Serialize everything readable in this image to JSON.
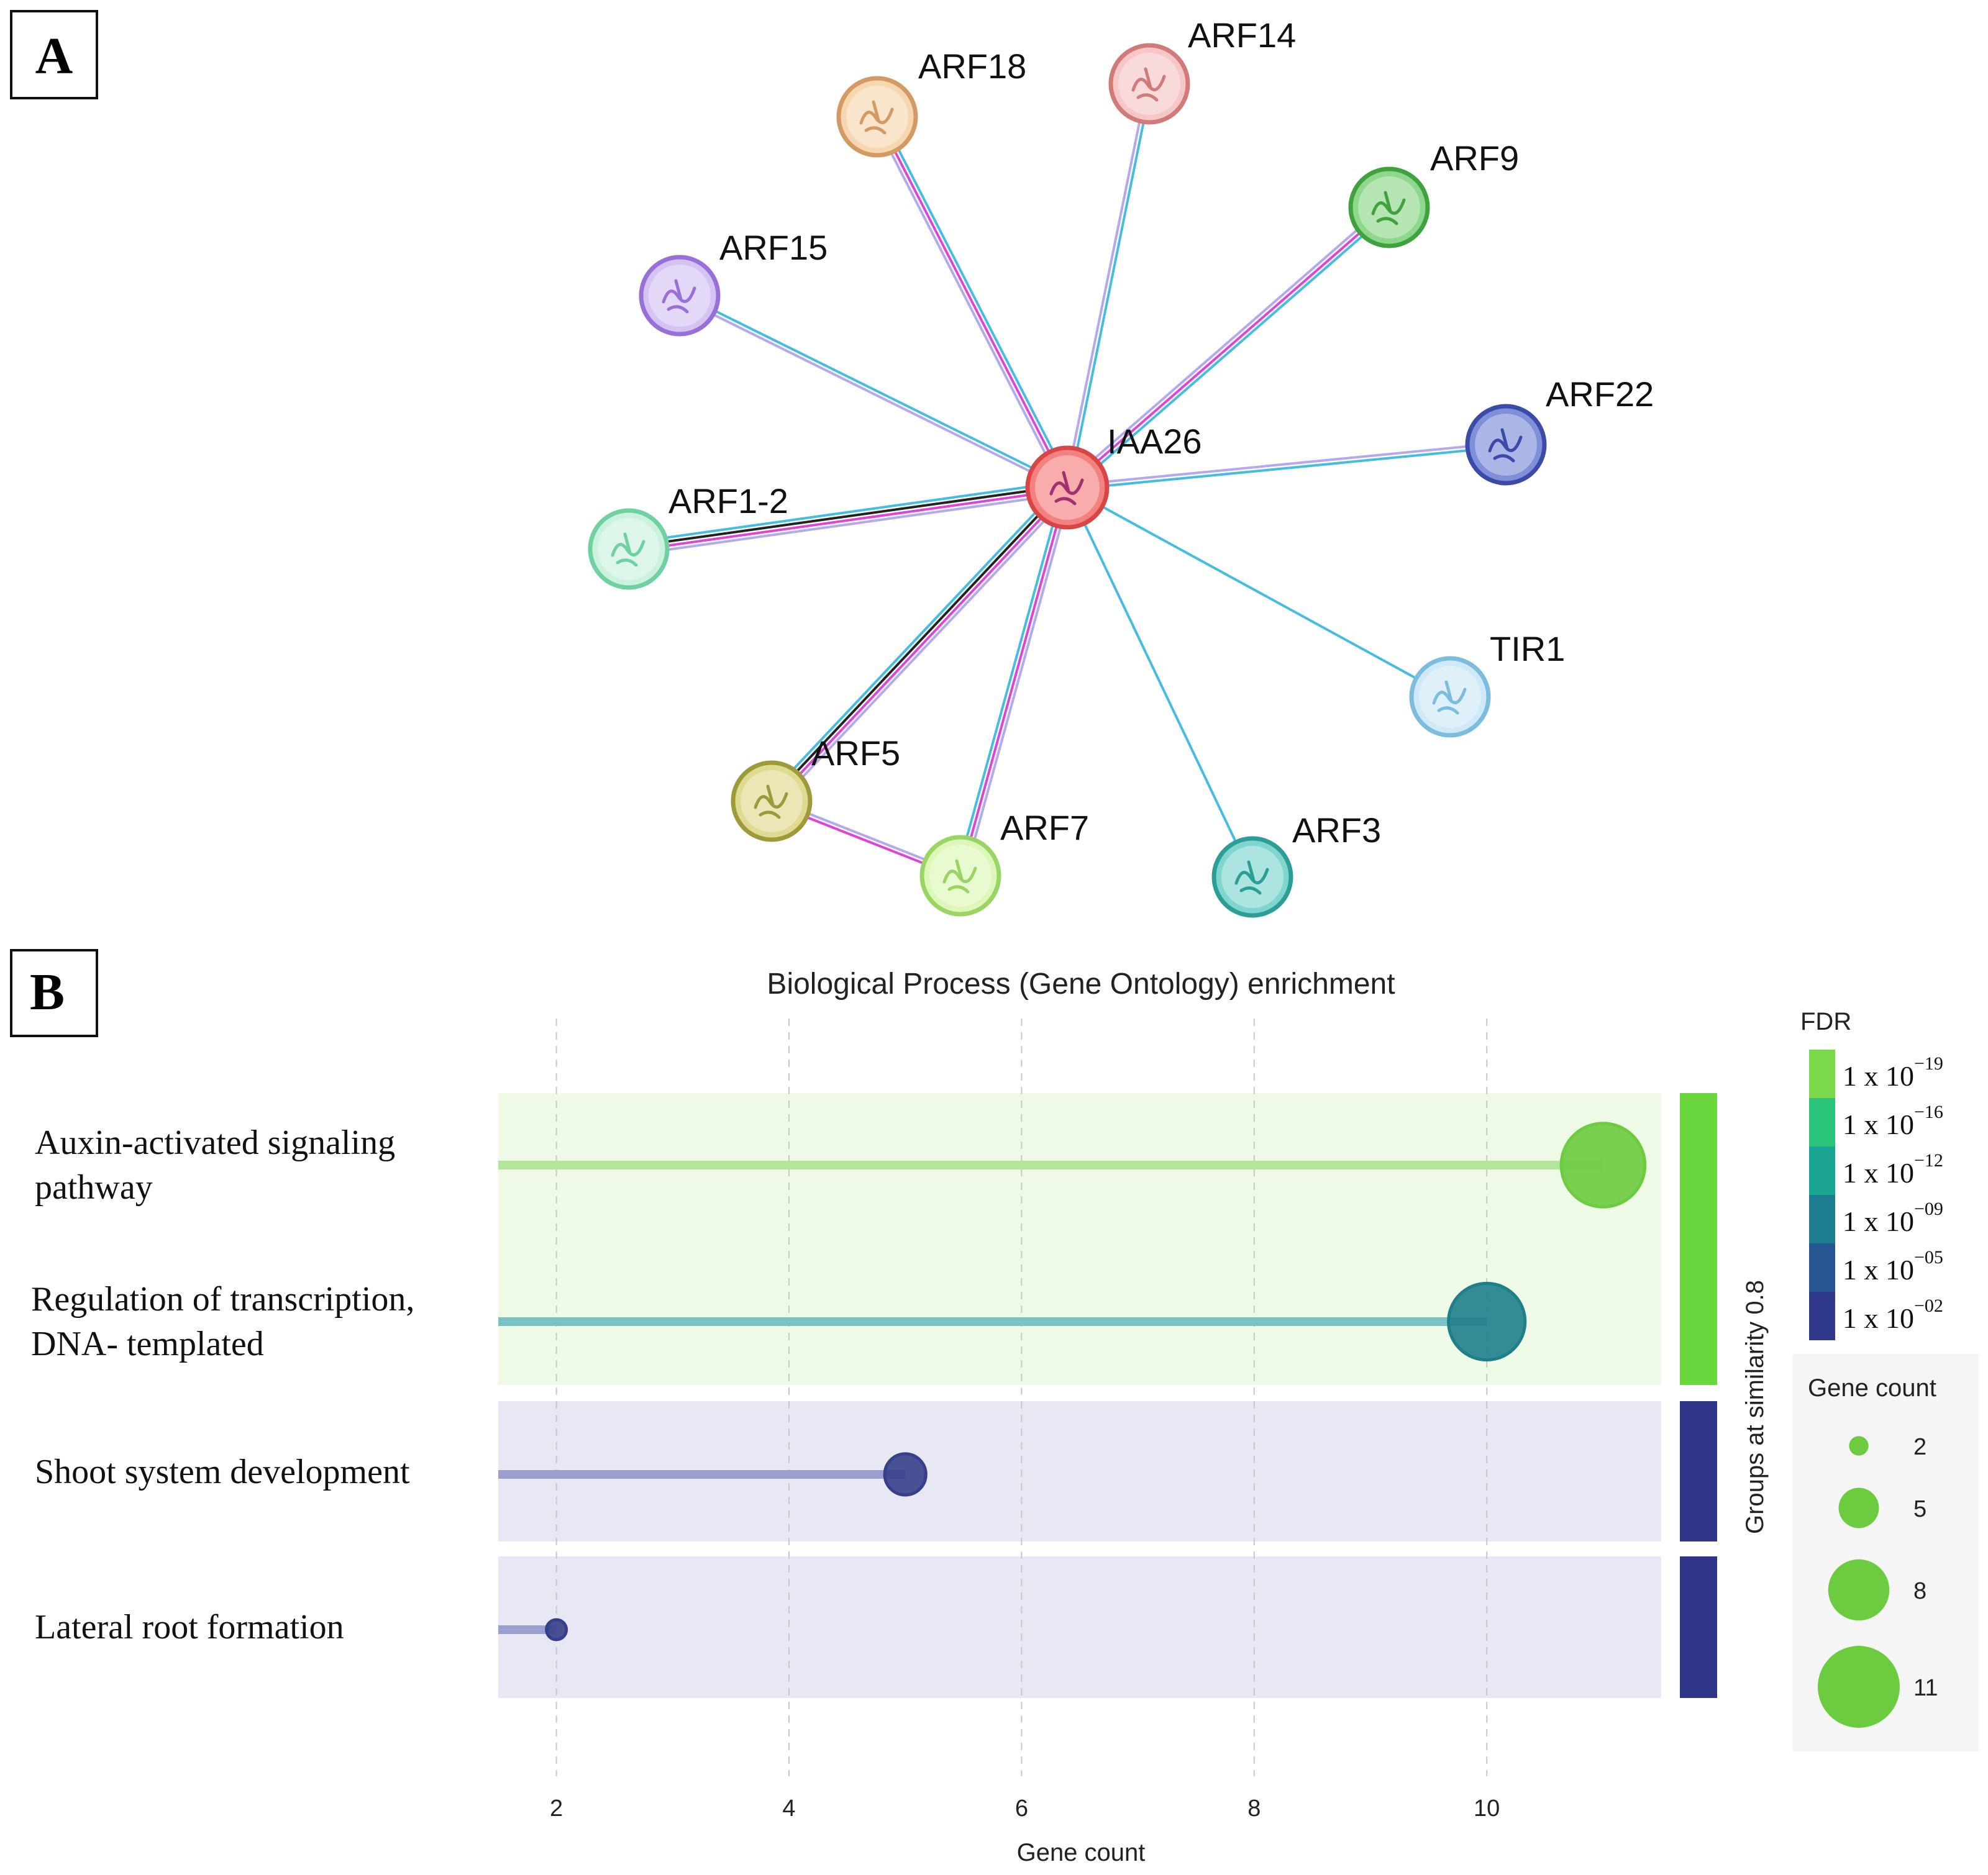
{
  "panel_a": {
    "letter": "A",
    "center": "IAA26",
    "nodes": [
      {
        "id": "ARF18",
        "label": "ARF18",
        "fill": "#f6d7b0",
        "stroke": "#d39a63",
        "edge_colors": [
          "#b4a8ee",
          "#e043d8",
          "#45bde0"
        ]
      },
      {
        "id": "ARF14",
        "label": "ARF14",
        "fill": "#f5c7c6",
        "stroke": "#d07a7a",
        "edge_colors": [
          "#b4a8ee",
          "#45bde0"
        ]
      },
      {
        "id": "ARF9",
        "label": "ARF9",
        "fill": "#8ed88b",
        "stroke": "#3fa23f",
        "edge_colors": [
          "#b4a8ee",
          "#e043d8",
          "#45bde0"
        ]
      },
      {
        "id": "ARF15",
        "label": "ARF15",
        "fill": "#d5c3f3",
        "stroke": "#9970d8",
        "edge_colors": [
          "#b4a8ee",
          "#45bde0"
        ]
      },
      {
        "id": "ARF22",
        "label": "ARF22",
        "fill": "#7f8fd9",
        "stroke": "#3d4ba8",
        "edge_colors": [
          "#b4a8ee",
          "#45bde0"
        ]
      },
      {
        "id": "ARF1-2",
        "label": "ARF1-2",
        "fill": "#cbf2de",
        "stroke": "#6fd0a0",
        "edge_colors": [
          "#b4a8ee",
          "#e043d8",
          "#222222",
          "#45bde0"
        ]
      },
      {
        "id": "TIR1",
        "label": "TIR1",
        "fill": "#cfe9f8",
        "stroke": "#7cbcdd",
        "edge_colors": [
          "#45bde0"
        ]
      },
      {
        "id": "ARF5",
        "label": "ARF5",
        "fill": "#e0d990",
        "stroke": "#9e9a3c",
        "edge_colors": [
          "#b4a8ee",
          "#e043d8",
          "#222222",
          "#45bde0"
        ]
      },
      {
        "id": "ARF7",
        "label": "ARF7",
        "fill": "#ddf7b8",
        "stroke": "#9ad463",
        "edge_colors": [
          "#b4a8ee",
          "#e043d8",
          "#45bde0"
        ]
      },
      {
        "id": "ARF3",
        "label": "ARF3",
        "fill": "#7fd6cf",
        "stroke": "#2d9e96",
        "edge_colors": [
          "#45bde0"
        ]
      }
    ],
    "center_style": {
      "fill": "#f48080",
      "stroke": "#d84545"
    },
    "extra_edge": {
      "from": "ARF5",
      "to": "ARF7",
      "edge_colors": [
        "#b4a8ee",
        "#e043d8"
      ]
    }
  },
  "panel_b": {
    "letter": "B",
    "chart_data": {
      "type": "lollipop",
      "title": "Biological Process (Gene Ontology) enrichment",
      "xlabel": "Gene count",
      "xlim": [
        1.5,
        11.5
      ],
      "xticks": [
        2,
        4,
        6,
        8,
        10
      ],
      "terms": [
        {
          "label_lines": [
            "Auxin-activated signaling",
            "pathway"
          ],
          "gene_count": 11,
          "fdr_color": "#6ccb3f",
          "line_color": "#b3e69a",
          "group": 1
        },
        {
          "label_lines": [
            "Regulation of transcription,",
            "DNA- templated"
          ],
          "gene_count": 10,
          "fdr_color": "#1e7f8b",
          "line_color": "#79c3c8",
          "group": 1
        },
        {
          "label_lines": [
            "Shoot system development"
          ],
          "gene_count": 5,
          "fdr_color": "#383f8a",
          "line_color": "#9b9fcf",
          "group": 2
        },
        {
          "label_lines": [
            "Lateral root formation"
          ],
          "gene_count": 2,
          "fdr_color": "#383f8a",
          "line_color": "#9b9fcf",
          "group": 3
        }
      ],
      "group_axis_label": "Groups at similarity 0.8",
      "groups": [
        {
          "id": 1,
          "bg": "#eef9e6",
          "bar": "#6ad83c"
        },
        {
          "id": 2,
          "bg": "#e7e8f3",
          "bar": "#2e3587"
        },
        {
          "id": 3,
          "bg": "#e7e8f3",
          "bar": "#2e3587"
        }
      ],
      "fdr_legend": {
        "title": "FDR",
        "entries": [
          {
            "mantissa": "1 x 10",
            "exponent": "−19",
            "color": "#7ad84a"
          },
          {
            "mantissa": "1 x 10",
            "exponent": "−16",
            "color": "#2cc37a"
          },
          {
            "mantissa": "1 x 10",
            "exponent": "−12",
            "color": "#1aa592"
          },
          {
            "mantissa": "1 x 10",
            "exponent": "−09",
            "color": "#1d7d8e"
          },
          {
            "mantissa": "1 x 10",
            "exponent": "−05",
            "color": "#275591"
          },
          {
            "mantissa": "1 x 10",
            "exponent": "−02",
            "color": "#313a8a"
          }
        ]
      },
      "size_legend": {
        "title": "Gene count",
        "values": [
          2,
          5,
          8,
          11
        ],
        "color": "#6ccb3f"
      }
    }
  }
}
